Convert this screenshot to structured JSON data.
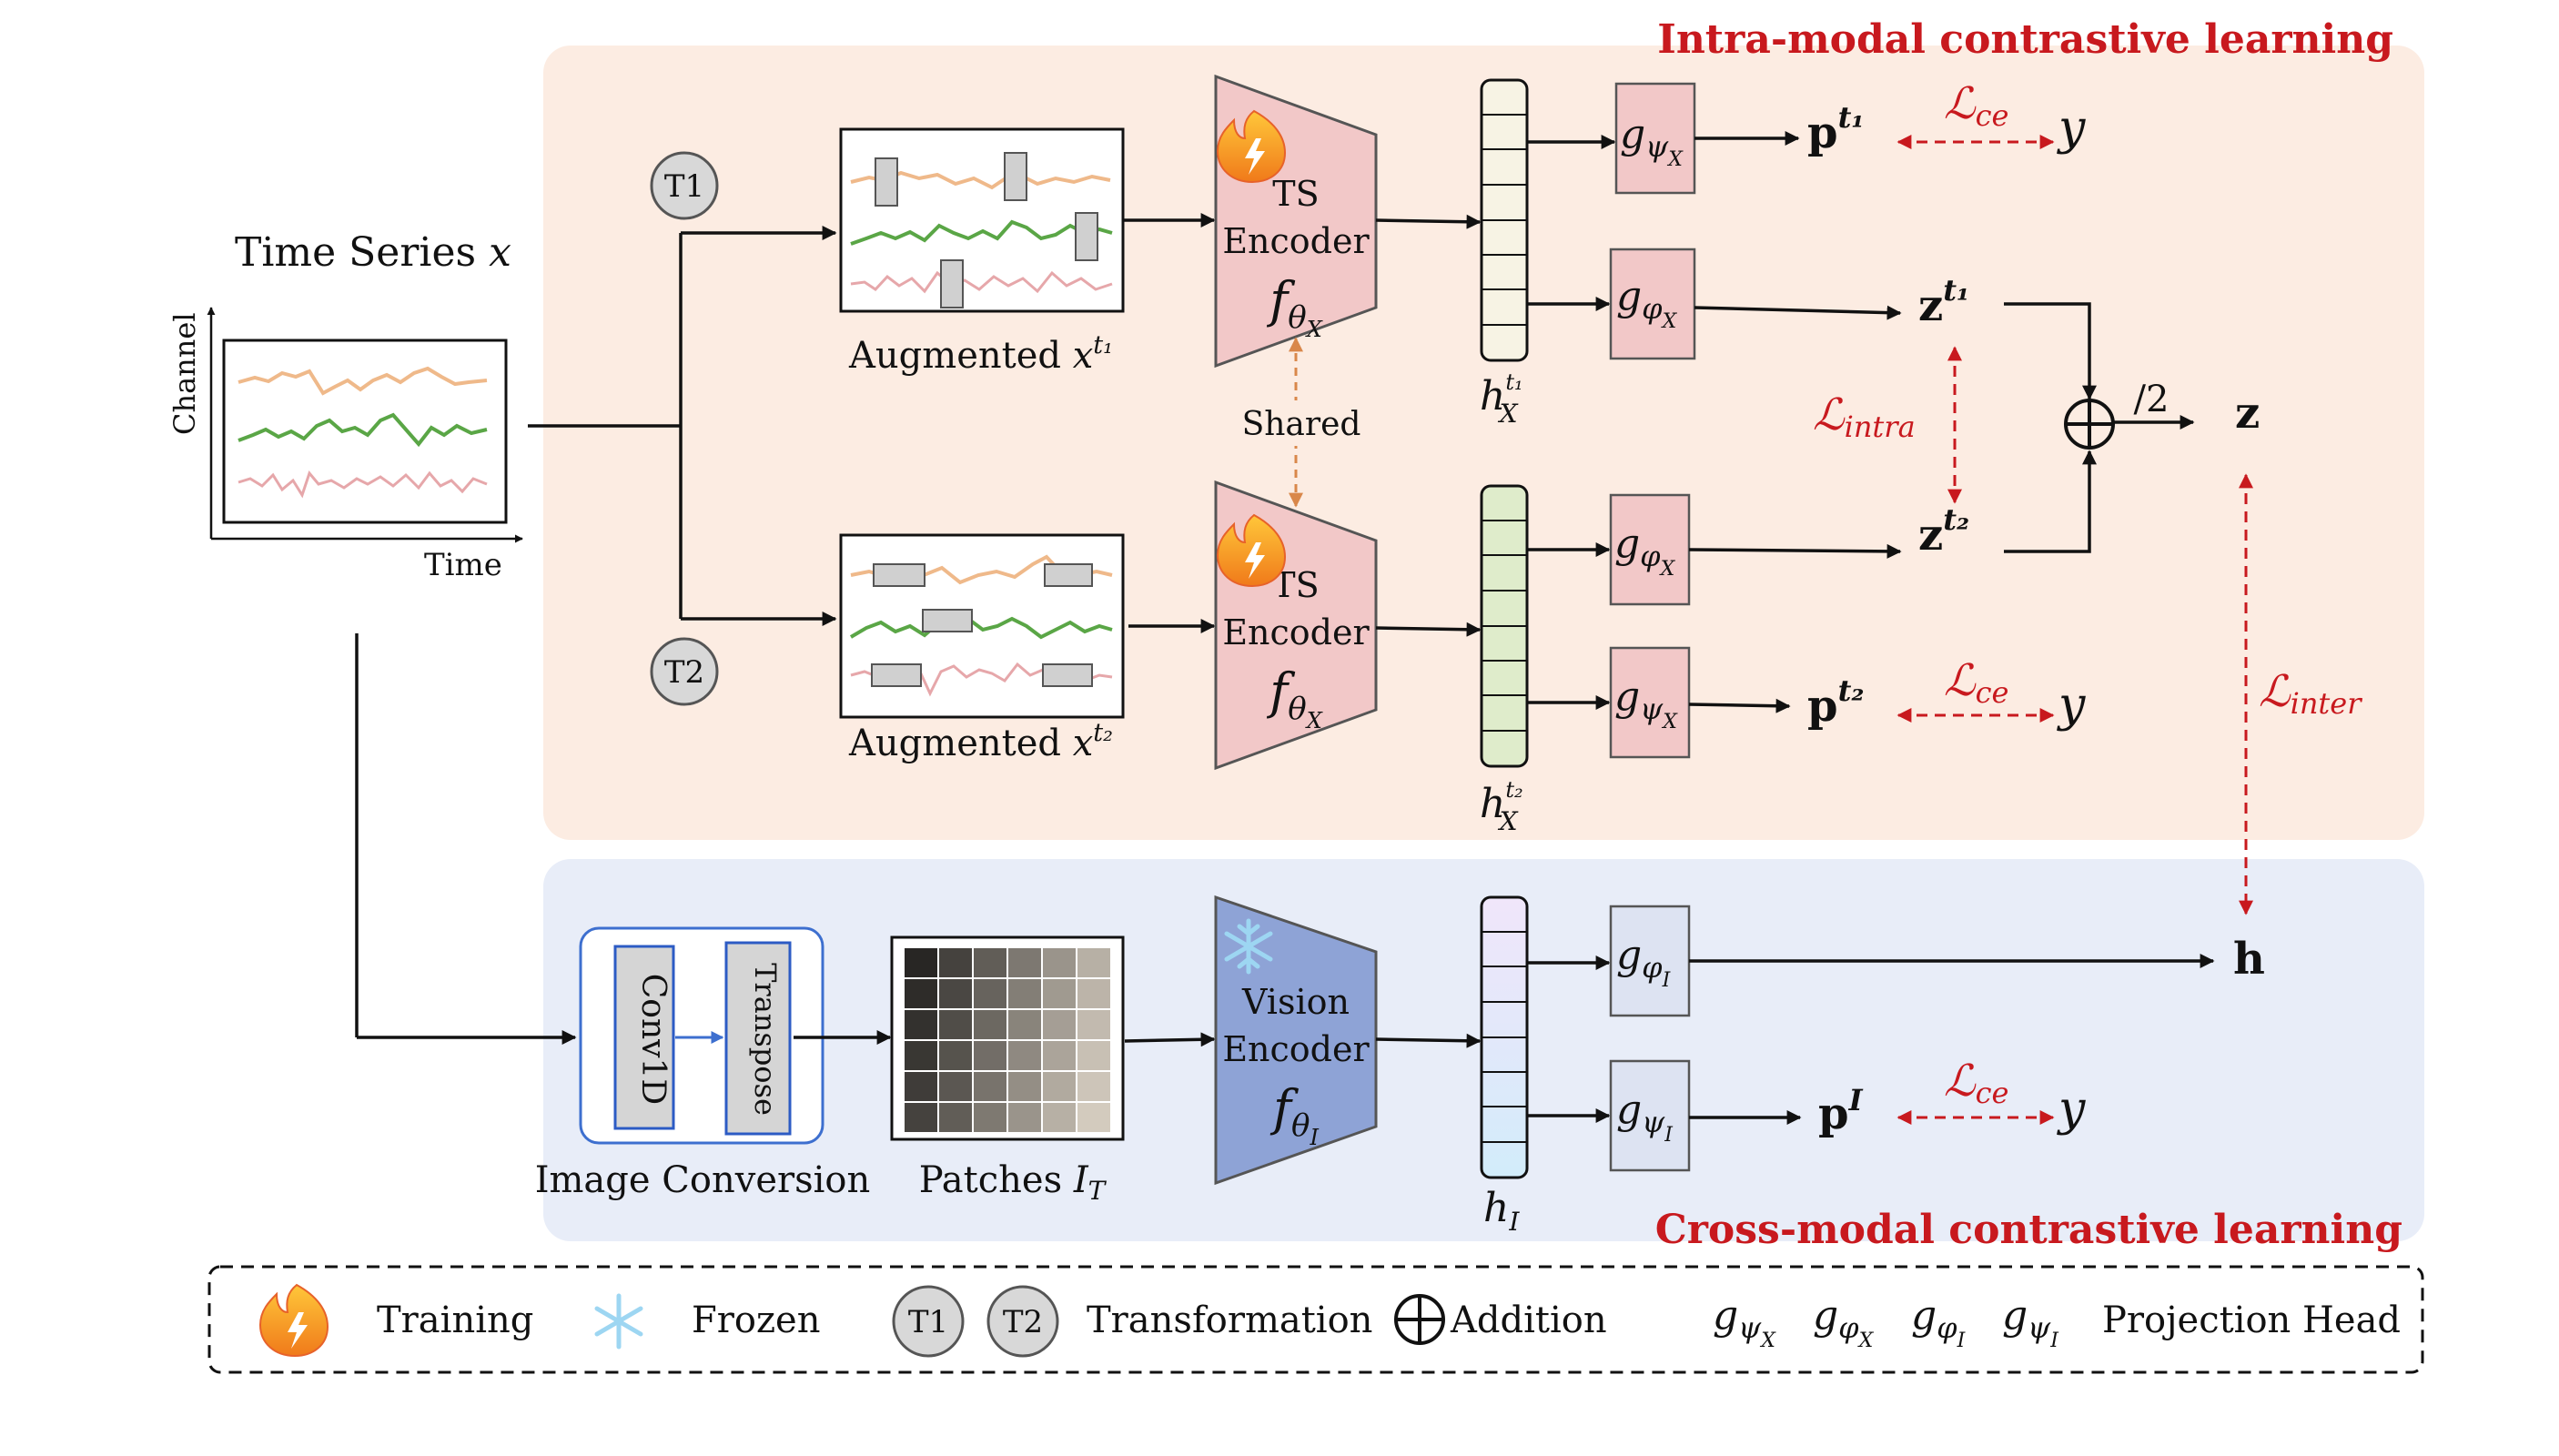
{
  "titles": {
    "intra": "Intra-modal contrastive learning",
    "cross": "Cross-modal contrastive learning"
  },
  "input": {
    "title": "Time Series",
    "title_var": "x",
    "ylabel": "Channel",
    "xlabel": "Time"
  },
  "branches": {
    "t1": "T1",
    "t2": "T2",
    "aug_label": "Augmented",
    "aug_var": "x",
    "aug_sub1": "t₁",
    "aug_sub2": "t₂"
  },
  "encoders": {
    "ts_line1": "TS",
    "ts_line2": "Encoder",
    "f": "f",
    "theta": "θ",
    "X": "X",
    "I": "I",
    "shared": "Shared",
    "vision_line1": "Vision",
    "vision_line2": "Encoder"
  },
  "reps": {
    "h": "h",
    "X": "X",
    "I": "I",
    "t1": "t₁",
    "t2": "t₂"
  },
  "heads": {
    "g": "g",
    "psi": "ψ",
    "phi": "φ",
    "X": "X",
    "I": "I"
  },
  "outputs": {
    "p": "p",
    "z": "z",
    "h": "h",
    "y": "y",
    "t1": "t₁",
    "t2": "t₂",
    "I": "I",
    "half": "/2"
  },
  "losses": {
    "L": "ℒ",
    "ce": "ce",
    "intra": "intra",
    "inter": "inter"
  },
  "image_conv": {
    "conv": "Conv1D",
    "transpose": "Transpose",
    "label": "Image Conversion",
    "patches": "Patches",
    "patches_var": "I",
    "patches_sub": "T"
  },
  "legend": {
    "training": "Training",
    "frozen": "Frozen",
    "t1": "T1",
    "t2": "T2",
    "transformation": "Transformation",
    "addition": "Addition",
    "projection": "Projection Head"
  },
  "colors": {
    "intra_bg": "#fcece2",
    "cross_bg": "#e8edf8",
    "ts_encoder": "#f2c8c8",
    "vision_encoder": "#8ea3d6",
    "loss_red": "#c8191e",
    "shared_orange": "#d9874a",
    "series_orange": "#efb98a",
    "series_green": "#5aa646",
    "series_pink": "#e6a7aa"
  }
}
